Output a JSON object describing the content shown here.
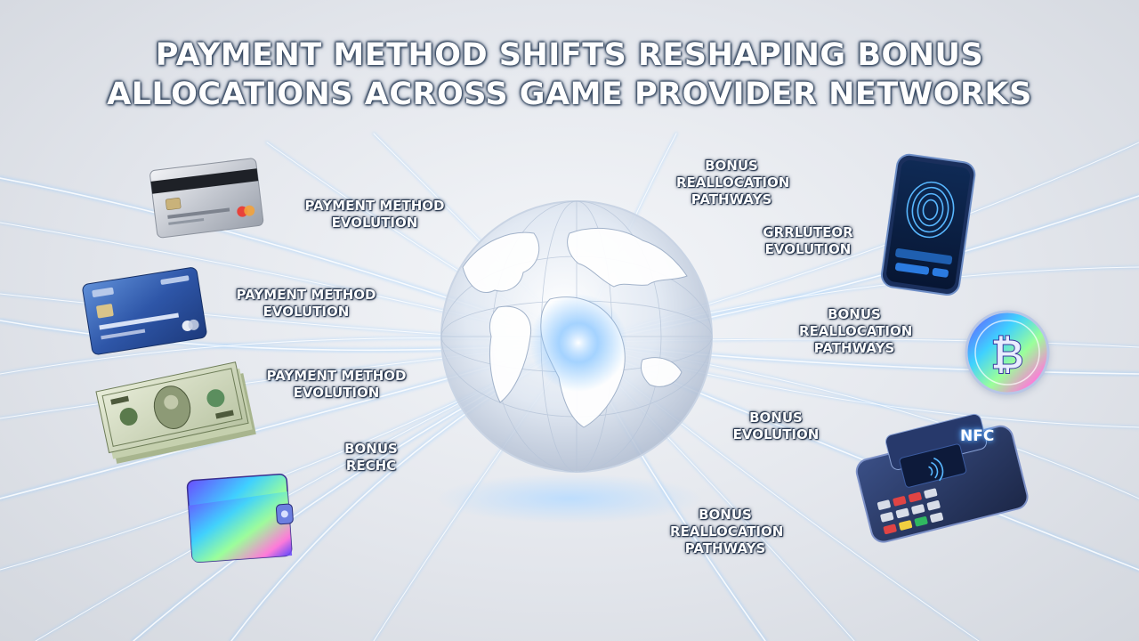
{
  "title": {
    "line1": "PAYMENT METHOD SHIFTS RESHAPING BONUS",
    "line2": "ALLOCATIONS ACROSS GAME PROVIDER NETWORKS"
  },
  "left_labels": [
    {
      "line1": "PAYMENT METHOD",
      "line2": "EVOLUTION"
    },
    {
      "line1": "PAYMENT METHOD",
      "line2": "EVOLUTION"
    },
    {
      "line1": "PAYMENT METHOD",
      "line2": "EVOLUTION"
    },
    {
      "line1": "BONUS",
      "line2": "RECHC"
    }
  ],
  "right_labels": [
    {
      "line1": "BONUS",
      "line2": "REALLOCATION",
      "line3": "PATHWAYS"
    },
    {
      "line1": "GRRLUTEOR",
      "line2": "EVOLUTION"
    },
    {
      "line1": "BONUS",
      "line2": "REALLOCATION",
      "line3": "PATHWAYS"
    },
    {
      "line1": "BONUS",
      "line2": "EVOLUTION"
    },
    {
      "line1": "BONUS",
      "line2": "REALLOCATION",
      "line3": "PATHWAYS"
    }
  ],
  "nfc_label": "NFC",
  "icons": [
    "credit-card-icon",
    "credit-card-icon",
    "cash-bill-icon",
    "wallet-icon",
    "smartphone-fingerprint-icon",
    "bitcoin-coin-icon",
    "pos-terminal-icon",
    "globe-icon"
  ],
  "colors": {
    "glow": "#5aa8ff",
    "text_outline": "#1e2d45",
    "background": "#e3e6ec"
  }
}
